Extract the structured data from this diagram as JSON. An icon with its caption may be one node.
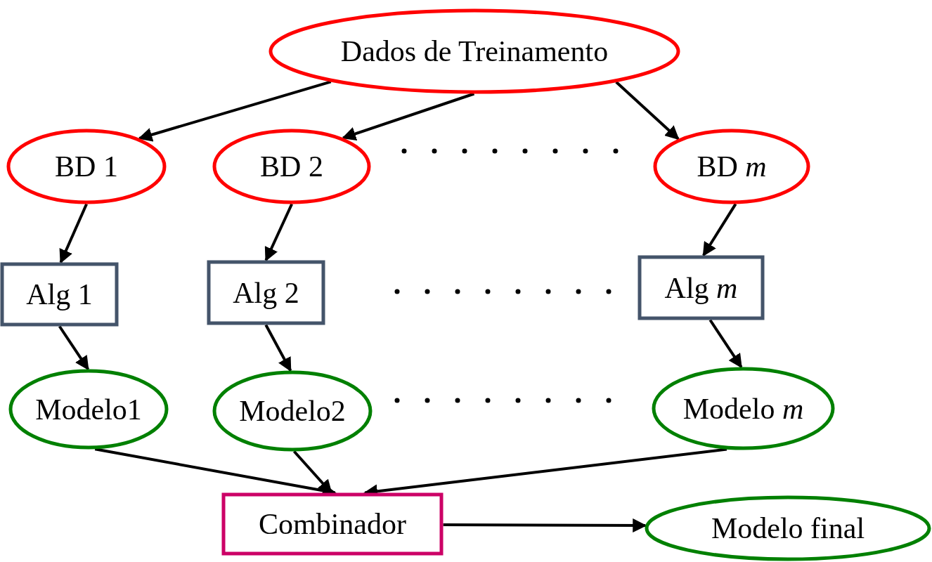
{
  "diagram": {
    "nodes": [
      {
        "text": [
          "Dados de Treinamento"
        ]
      },
      {
        "text": [
          "BD 1"
        ]
      },
      {
        "text": [
          "BD 2"
        ]
      },
      {
        "text": [
          "BD *m*"
        ]
      },
      {
        "text": [
          "Alg 1"
        ]
      },
      {
        "text": [
          "Alg 2"
        ]
      },
      {
        "text": [
          "Alg *m*"
        ]
      },
      {
        "text": [
          "Modelo1"
        ]
      },
      {
        "text": [
          "Modelo2"
        ]
      },
      {
        "text": [
          "Modelo *m*"
        ]
      },
      {
        "text": [
          "Combinador"
        ]
      },
      {
        "text": [
          "Modelo final"
        ]
      }
    ],
    "edges": [
      {
        "from": 0,
        "to": 1,
        "arrow": "to"
      },
      {
        "from": 0,
        "to": 2,
        "arrow": "to"
      },
      {
        "from": 0,
        "to": 3,
        "arrow": "to"
      },
      {
        "from": 1,
        "to": 4,
        "arrow": "to"
      },
      {
        "from": 2,
        "to": 5,
        "arrow": "to"
      },
      {
        "from": 3,
        "to": 6,
        "arrow": "to"
      },
      {
        "from": 4,
        "to": 7,
        "arrow": "to"
      },
      {
        "from": 5,
        "to": 8,
        "arrow": "to"
      },
      {
        "from": 6,
        "to": 9,
        "arrow": "to"
      },
      {
        "from": 7,
        "to": 10,
        "arrow": "to"
      },
      {
        "from": 8,
        "to": 10,
        "arrow": "to"
      },
      {
        "from": 9,
        "to": 10,
        "arrow": "to"
      },
      {
        "from": 10,
        "to": 11,
        "arrow": "to"
      }
    ]
  }
}
